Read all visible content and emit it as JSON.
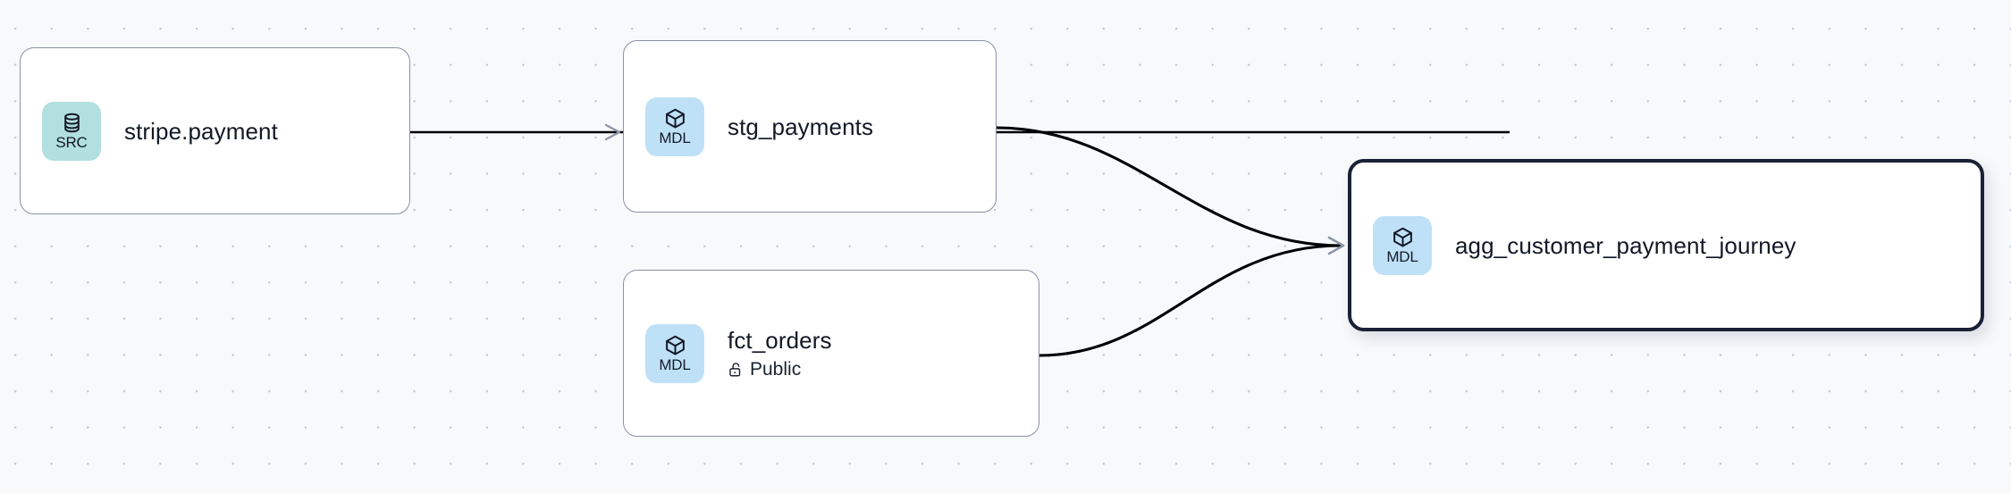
{
  "graph": {
    "background": "#f7f9fb",
    "grid_dot_color": "#c3c8d4",
    "edge_color": "#000000",
    "arrow_color": "#8e96a8",
    "selected_border_color": "#1b2135",
    "node_border_color": "#8b91a5"
  },
  "badges": {
    "src": {
      "label": "SRC",
      "icon": "database-icon",
      "color": "#b2dfdf"
    },
    "mdl": {
      "label": "MDL",
      "icon": "cube-icon",
      "color": "#bfe1f8"
    }
  },
  "nodes": [
    {
      "id": "stripe-payment",
      "title": "stripe.payment",
      "badge_label": "SRC",
      "badge_icon": "database-icon",
      "badge_color": "#b2dfdf",
      "subtitle": null,
      "selected": false
    },
    {
      "id": "stg-payments",
      "title": "stg_payments",
      "badge_label": "MDL",
      "badge_icon": "cube-icon",
      "badge_color": "#bfe1f8",
      "subtitle": null,
      "selected": false
    },
    {
      "id": "fct-orders",
      "title": "fct_orders",
      "badge_label": "MDL",
      "badge_icon": "cube-icon",
      "badge_color": "#bfe1f8",
      "subtitle": "Public",
      "subtitle_icon": "unlock-icon",
      "selected": false
    },
    {
      "id": "agg-customer-payment-journey",
      "title": "agg_customer_payment_journey",
      "badge_label": "MDL",
      "badge_icon": "cube-icon",
      "badge_color": "#bfe1f8",
      "subtitle": null,
      "selected": true
    }
  ],
  "edges": [
    {
      "id": "edge-stripe-to-stg",
      "from": "stripe-payment",
      "to": "stg-payments",
      "style": "straight",
      "arrow": true
    },
    {
      "id": "edge-stg-to-agg",
      "from": "stg-payments",
      "to": "agg-customer-payment-journey",
      "style": "bezier",
      "arrow": true
    },
    {
      "id": "edge-fct-to-agg",
      "from": "fct-orders",
      "to": "agg-customer-payment-journey",
      "style": "bezier",
      "arrow": true
    }
  ]
}
